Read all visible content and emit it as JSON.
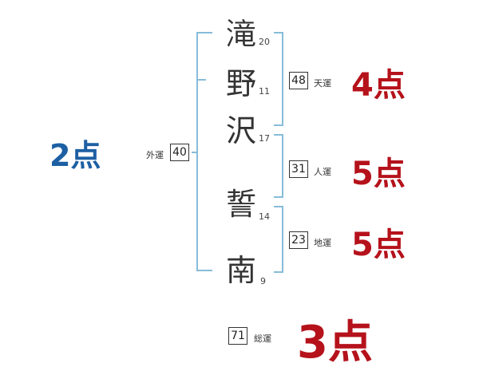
{
  "name_chars": [
    {
      "char": "滝",
      "strokes": "20"
    },
    {
      "char": "野",
      "strokes": "11"
    },
    {
      "char": "沢",
      "strokes": "17"
    },
    {
      "char": "誓",
      "strokes": "14"
    },
    {
      "char": "南",
      "strokes": "9"
    }
  ],
  "gaiun": {
    "label": "外運",
    "value": "40",
    "score": "2点"
  },
  "tenun": {
    "label": "天運",
    "value": "48",
    "score": "4点"
  },
  "jinun": {
    "label": "人運",
    "value": "31",
    "score": "5点"
  },
  "chiun": {
    "label": "地運",
    "value": "23",
    "score": "5点"
  },
  "souun": {
    "label": "総運",
    "value": "71",
    "score": "3点"
  },
  "colors": {
    "line": "#87bcd9",
    "score_red": "#b5121b",
    "score_blue": "#1d5fa3"
  }
}
